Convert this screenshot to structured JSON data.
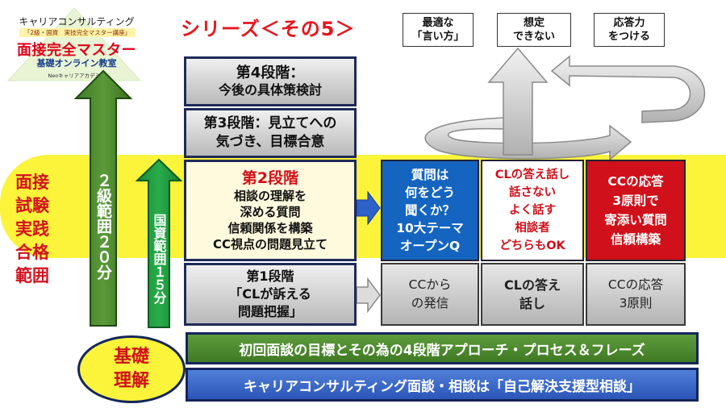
{
  "logo": {
    "line1": "キャリアコンサルティング",
    "line2": "「2級・国資　実技完全マスター講座」",
    "line3": "面接完全マスター",
    "line4": "基礎オンライン教室",
    "line5": "Neoキャリアアカデミー"
  },
  "title": "シリーズ＜その5＞",
  "left_label": [
    "面接",
    "試験",
    "実践",
    "合格",
    "範囲"
  ],
  "arrows": {
    "level2": [
      "２",
      "級",
      "範",
      "囲",
      "２",
      "０",
      "分"
    ],
    "national": [
      "国",
      "資",
      "範",
      "囲",
      "１",
      "５",
      "分"
    ]
  },
  "stages": {
    "stage4": [
      "第4段階：",
      "今後の具体策検討"
    ],
    "stage3": [
      "第3段階：見立てへの",
      "気づき、目標合意"
    ],
    "stage2": {
      "title": "第2段階",
      "lines": [
        "相談の理解を",
        "深める質問",
        "信頼関係を構築",
        "CC視点の問題見立て"
      ]
    },
    "stage1": [
      "第1段階",
      "「CLが訴える",
      "問題把握」"
    ]
  },
  "top_labels": [
    [
      "最適な",
      "「言い方」"
    ],
    [
      "想定",
      "できない"
    ],
    [
      "応答力",
      "をつける"
    ]
  ],
  "columns_upper": [
    [
      "質問は",
      "何をどう",
      "聞くか？",
      "10大テーマ",
      "オープンQ"
    ],
    [
      "CLの答え話し",
      "話さない",
      "よく話す",
      "相談者",
      "どちらもOK"
    ],
    [
      "CCの応答",
      "3原則で",
      "寄添い質問",
      "信頼構築"
    ]
  ],
  "columns_lower": [
    [
      "CCから",
      "の発信"
    ],
    [
      "CLの答え",
      "話し"
    ],
    [
      "CCの応答",
      "3原則"
    ]
  ],
  "basic": [
    "基礎",
    "理解"
  ],
  "bars": {
    "green": "初回面談の目標とその為の4段階アプローチ・プロセス＆フレーズ",
    "blue": "キャリアコンサルティング面談・相談は「自己解決支援型相談」"
  },
  "colors": {
    "title_red": "#e8161e",
    "yellow_band": "#fbf43a",
    "blue": "#1565c0",
    "red": "#d0101a",
    "green": "#4d8a2e",
    "navy": "#15255a"
  }
}
